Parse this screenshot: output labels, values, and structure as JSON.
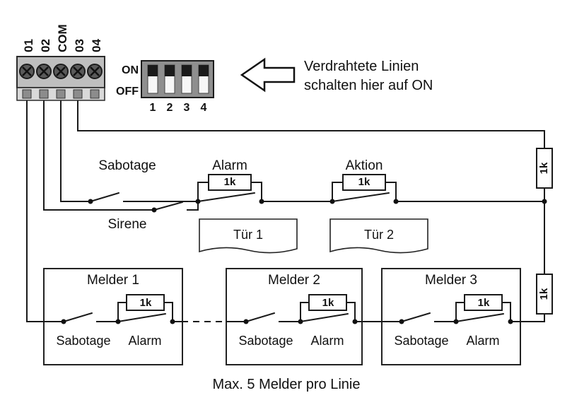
{
  "terminal_block": {
    "labels": [
      "01",
      "02",
      "COM",
      "03",
      "04"
    ]
  },
  "dip_switch": {
    "on_label": "ON",
    "off_label": "OFF",
    "numbers": [
      "1",
      "2",
      "3",
      "4"
    ],
    "states": [
      "on",
      "on",
      "on",
      "on"
    ]
  },
  "annotation": {
    "line1": "Verdrahtete Linien",
    "line2": "schalten hier auf ON"
  },
  "zone_labels": {
    "sabotage": "Sabotage",
    "alarm": "Alarm",
    "aktion": "Aktion",
    "sirene": "Sirene"
  },
  "resistors": {
    "alarm": "1k",
    "aktion": "1k",
    "right_top": "1k",
    "right_bottom": "1k"
  },
  "doors": [
    {
      "label": "Tür 1"
    },
    {
      "label": "Tür 2"
    }
  ],
  "detectors": [
    {
      "title": "Melder 1",
      "sabotage": "Sabotage",
      "alarm": "Alarm",
      "resistor": "1k"
    },
    {
      "title": "Melder 2",
      "sabotage": "Sabotage",
      "alarm": "Alarm",
      "resistor": "1k"
    },
    {
      "title": "Melder 3",
      "sabotage": "Sabotage",
      "alarm": "Alarm",
      "resistor": "1k"
    }
  ],
  "footer": "Max. 5 Melder pro Linie",
  "colors": {
    "wire": "#1a1a1a",
    "dip_body": "#8f8f8f",
    "terminal_body": "#bfbfbf"
  }
}
